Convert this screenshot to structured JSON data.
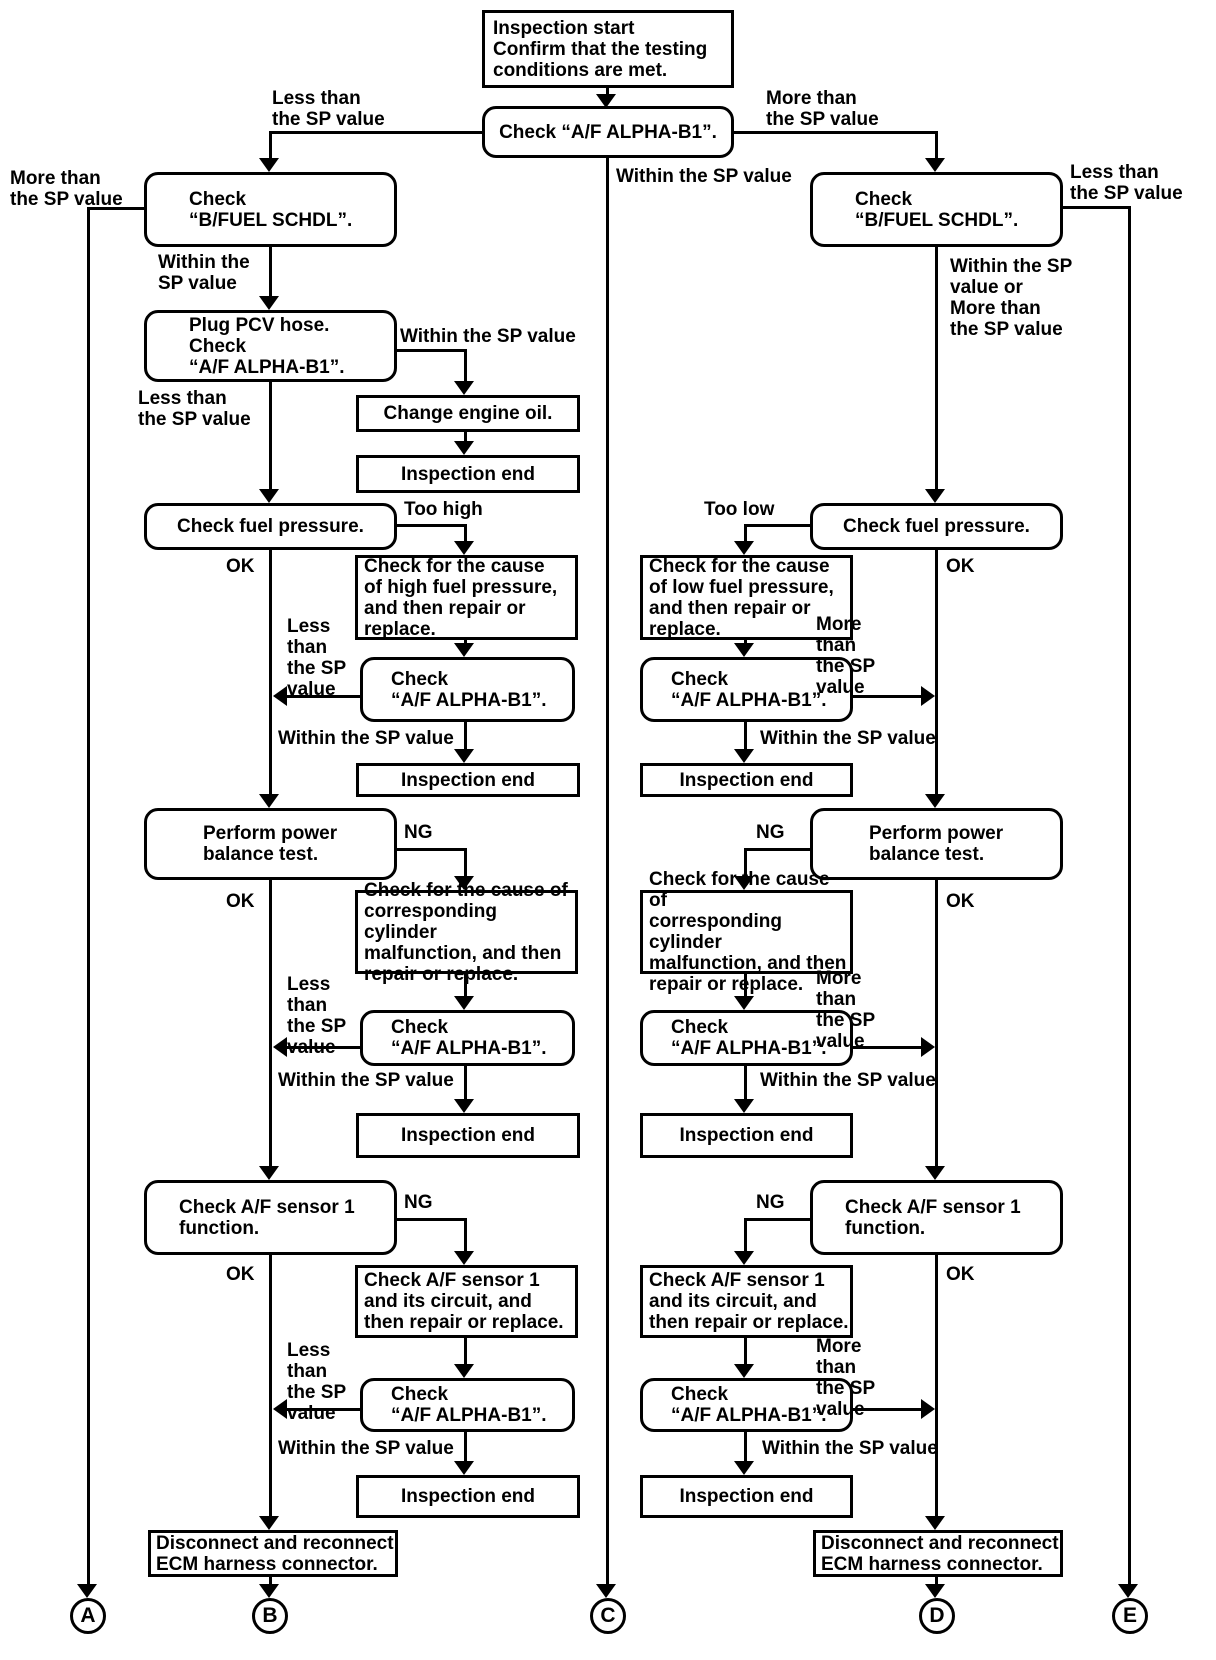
{
  "nodes": {
    "inspection_start": "Inspection start\nConfirm that the testing\nconditions are met.",
    "check_af_alpha": "Check “A/F ALPHA-B1”.",
    "check_bfuel": "Check\n“B/FUEL SCHDL”.",
    "plug_pcv": "Plug PCV hose.\nCheck\n“A/F ALPHA-B1”.",
    "change_oil": "Change engine oil.",
    "inspection_end": "Inspection end",
    "check_fuel_pressure": "Check fuel pressure.",
    "cause_high": "Check for the cause\nof high fuel pressure,\nand then repair or\nreplace.",
    "cause_low": "Check for the cause\nof low fuel pressure,\nand then repair or\nreplace.",
    "check_af_alpha_2": "Check\n“A/F ALPHA-B1”.",
    "power_balance": "Perform power\nbalance test.",
    "cause_cylinder": "Check for the cause of\ncorresponding cylinder\nmalfunction, and then\nrepair or replace.",
    "sensor_function": "Check A/F sensor 1\nfunction.",
    "sensor_circuit": "Check A/F sensor 1\nand its circuit, and\nthen repair or replace.",
    "disconnect_ecm": "Disconnect and reconnect\nECM harness connector."
  },
  "labels": {
    "less_than": "Less than\nthe SP value",
    "more_than": "More than\nthe SP value",
    "within_sp": "Within the SP value",
    "within_sp_2line": "Within the\nSP value",
    "within_or_more": "Within the SP\nvalue or\nMore than\nthe SP value",
    "too_high": "Too high",
    "too_low": "Too low",
    "ok": "OK",
    "ng": "NG",
    "less_than_4line": "Less\nthan\nthe SP\nvalue",
    "more_than_4line": "More\nthan\nthe SP\nvalue"
  },
  "connectors": {
    "a": "A",
    "b": "B",
    "c": "C",
    "d": "D",
    "e": "E"
  }
}
